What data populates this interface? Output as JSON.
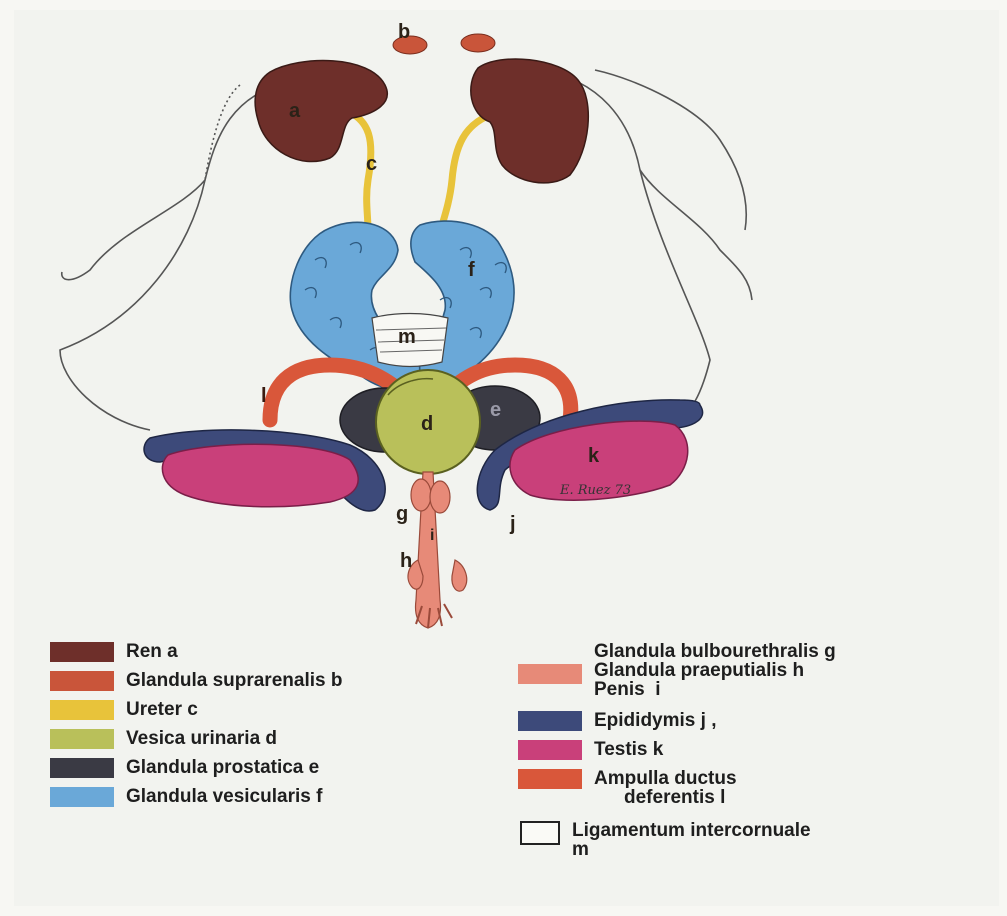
{
  "diagram": {
    "labels": {
      "a": "a",
      "b": "b",
      "c": "c",
      "d": "d",
      "e": "e",
      "f": "f",
      "g": "g",
      "h": "h",
      "i": "i",
      "j": "j",
      "k": "k",
      "l": "l",
      "m": "m"
    },
    "signature": "E. Ruez 73"
  },
  "legend": {
    "left": [
      {
        "text": "Ren a",
        "color": "#6e2f2a"
      },
      {
        "text": "Glandula suprarenalis b",
        "color": "#c9553a"
      },
      {
        "text": "Ureter c",
        "color": "#e8c33a"
      },
      {
        "text": "Vesica urinaria d",
        "color": "#b9c05a"
      },
      {
        "text": "Glandula prostatica e",
        "color": "#3a3a44"
      },
      {
        "text": "Glandula vesicularis f",
        "color": "#6aa8d8"
      }
    ],
    "right": [
      {
        "lines": [
          "Glandula bulbourethralis g",
          "Glandula praeputialis h",
          "Penis  i"
        ],
        "color": "#e78a78"
      },
      {
        "lines": [
          "Epididymis j ,"
        ],
        "color": "#3d4a7a"
      },
      {
        "lines": [
          "Testis k"
        ],
        "color": "#c9407a"
      },
      {
        "lines": [
          "Ampulla ductus",
          "deferentis l"
        ],
        "color": "#d9573a"
      },
      {
        "lines": [
          "Ligamentum intercornuale",
          "m"
        ],
        "color": "#fafaf6"
      }
    ]
  }
}
